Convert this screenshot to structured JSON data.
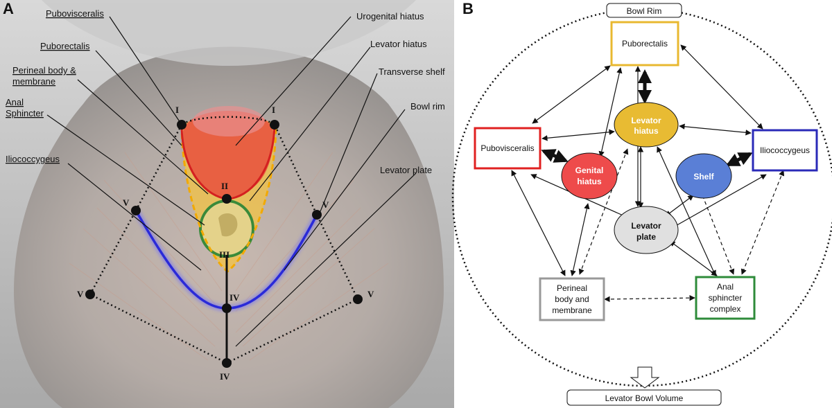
{
  "panel_a": {
    "letter": "A",
    "left_labels": [
      {
        "id": "pubovisceralis",
        "lines": [
          "Pubovisceralis"
        ]
      },
      {
        "id": "puborectalis",
        "lines": [
          "Puborectalis"
        ]
      },
      {
        "id": "perineal",
        "lines": [
          "Perineal body &",
          "membrane"
        ]
      },
      {
        "id": "anal",
        "lines": [
          "Anal",
          "Sphincter"
        ]
      },
      {
        "id": "iliococcygeus",
        "lines": [
          "Iliococcygeus"
        ]
      }
    ],
    "right_labels": [
      {
        "id": "urogenital",
        "text": "Urogenital hiatus"
      },
      {
        "id": "levator_hiatus",
        "text": "Levator hiatus"
      },
      {
        "id": "transverse",
        "text": "Transverse shelf"
      },
      {
        "id": "bowl_rim",
        "text": "Bowl rim"
      },
      {
        "id": "levator_plate",
        "text": "Levator plate"
      }
    ],
    "point_labels": [
      "I",
      "I",
      "II",
      "III",
      "IV",
      "IV",
      "V",
      "V",
      "V",
      "V"
    ],
    "colors": {
      "urogenital": "#e8553f",
      "levator_hiatus": "#f0c24a",
      "anal_sphincter": "#3a8a3a",
      "iliococcygeus": "#2a2ad8",
      "dashed_hiatus": "#f2a900",
      "puborectalis_line": "#d42020"
    }
  },
  "panel_b": {
    "letter": "B",
    "bowl_rim": "Bowl Rim",
    "output": "Levator Bowl Volume",
    "nodes": {
      "puborectalis": {
        "label": "Puborectalis",
        "color": "#e8b830"
      },
      "pubovisceralis": {
        "label": "Pubovisceralis",
        "color": "#e02020"
      },
      "iliococcygeus": {
        "label": "Iliococcygeus",
        "color": "#2a2ab8"
      },
      "levator_hiatus": {
        "label_1": "Levator",
        "label_2": "hiatus",
        "color": "#e8bb33"
      },
      "genital_hiatus": {
        "label_1": "Genital",
        "label_2": "hiatus",
        "color": "#ee4b4b"
      },
      "shelf": {
        "label": "Shelf",
        "color": "#5a7fd6"
      },
      "levator_plate": {
        "label_1": "Levator",
        "label_2": "plate",
        "color": "#e0e0e0"
      },
      "perineal": {
        "label_1": "Perineal",
        "label_2": "body and",
        "label_3": "membrane",
        "color": "#999999"
      },
      "anal": {
        "label_1": "Anal",
        "label_2": "sphincter",
        "label_3": "complex",
        "color": "#2e8b3a"
      }
    }
  }
}
